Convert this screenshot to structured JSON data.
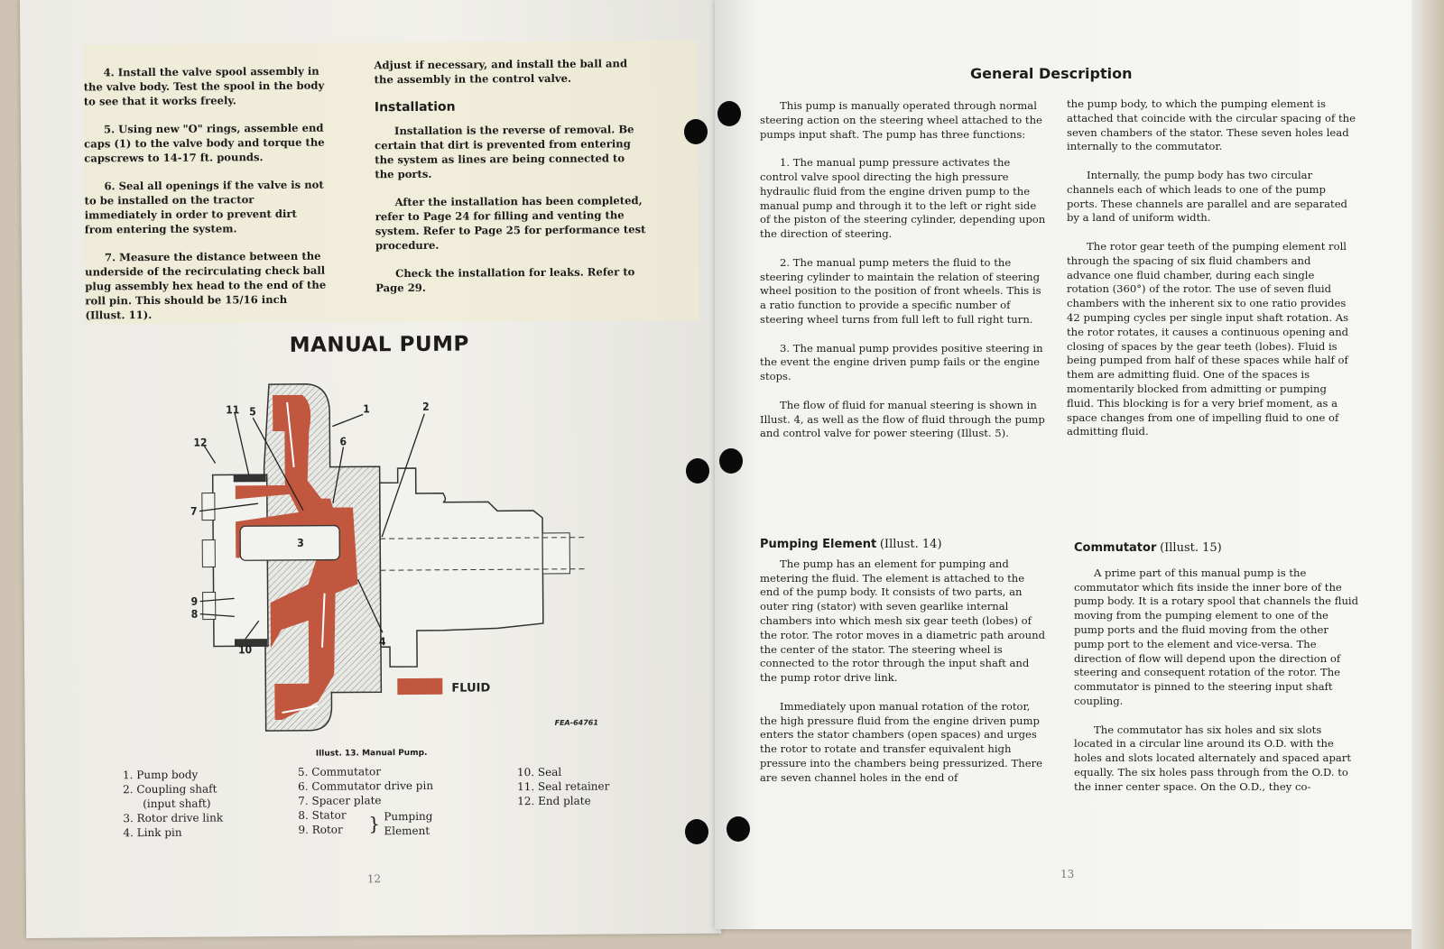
{
  "left_page": {
    "col1": [
      "4. Install the valve spool assembly in the valve body. Test the spool in the body to see that it works freely.",
      "5. Using new \"O\" rings, assemble end caps (1) to the valve body and torque the capscrews to 14-17 ft. pounds.",
      "6. Seal all openings if the valve is not to be installed on the tractor immediately in order to prevent dirt from entering the system.",
      "7. Measure the distance between the underside of the recirculating check ball plug assembly hex head to the end of the roll pin. This should be 15/16 inch (Illust. 11)."
    ],
    "col2_intro": "Adjust if necessary, and install the ball and the assembly in the control valve.",
    "installation_heading": "Installation",
    "col2": [
      "Installation is the reverse of removal. Be certain that dirt is prevented from entering the system as lines are being connected to the ports.",
      "After the installation has been completed, refer to Page 24 for filling and venting the system. Refer to Page 25 for performance test procedure.",
      "Check the installation for leaks. Refer to Page 29."
    ],
    "figure_title": "MANUAL PUMP",
    "diagram": {
      "callouts": [
        "1",
        "2",
        "3",
        "4",
        "5",
        "6",
        "7",
        "8",
        "9",
        "10",
        "11",
        "12"
      ],
      "legend_label": "FLUID",
      "fluid_color": "#c2573f",
      "figure_code": "FEA-64761"
    },
    "caption": "Illust. 13. Manual Pump.",
    "parts": {
      "col1": [
        "1.  Pump body",
        "2.  Coupling shaft",
        "     (input shaft)",
        "3.  Rotor drive link",
        "4.  Link pin"
      ],
      "col2": [
        "5.  Commutator",
        "6.  Commutator drive pin",
        "7.  Spacer plate",
        "8.  Stator",
        "9.  Rotor"
      ],
      "group_label_1": "Pumping",
      "group_label_2": "Element",
      "col3": [
        "10.  Seal",
        "11.  Seal retainer",
        "12.  End plate"
      ]
    },
    "page_number": "12"
  },
  "right_page": {
    "title": "General Description",
    "col1": [
      "This pump is manually operated through normal steering action on the steering wheel attached to the pumps input shaft. The pump has three functions:",
      "1. The manual pump pressure activates the control valve spool directing the high pressure hydraulic fluid from the engine driven pump to the manual pump and through it to the left or right side of the piston of the steering cylinder, depending upon the direction of steering.",
      "2. The manual pump meters the fluid to the steering cylinder to maintain the relation of steering wheel position to the position of front wheels. This is a ratio function to provide a specific number of steering wheel turns from full left to full right turn.",
      "3. The manual pump provides positive steering in the event the engine driven pump fails or the engine stops.",
      "The flow of fluid for manual steering is shown in Illust. 4, as well as the flow of fluid through the pump and control valve for power steering (Illust. 5)."
    ],
    "pumping_heading": "Pumping Element",
    "pumping_ref": "(Illust. 14)",
    "pumping": [
      "The pump has an element for pumping and metering the fluid. The element is attached to the end of the pump body. It consists of two parts, an outer ring (stator) with seven gearlike internal chambers into which mesh six gear teeth (lobes) of the rotor. The rotor moves in a diametric path around the center of the stator. The steering wheel is connected to the rotor through the input shaft and the pump rotor drive link.",
      "Immediately upon manual rotation of the rotor, the high pressure fluid from the engine driven pump enters the stator chambers (open spaces) and urges the rotor to rotate and transfer equivalent high pressure into the chambers being pressurized. There are seven channel holes in the end of"
    ],
    "col2": [
      "the pump body, to which the pumping element is attached that coincide with the circular spacing of the seven chambers of the stator. These seven holes lead internally to the commutator.",
      "Internally, the pump body has two circular channels each of which leads to one of the pump ports. These channels are parallel and are separated by a land of uniform width.",
      "The rotor gear teeth of the pumping element roll through the spacing of six fluid chambers and advance one fluid chamber, during each single rotation (360°) of the rotor. The use of seven fluid chambers with the inherent six to one ratio provides 42 pumping cycles per single input shaft rotation. As the rotor rotates, it causes a continuous opening and closing of spaces by the gear teeth (lobes). Fluid is being pumped from half of these spaces while half of them are admitting fluid. One of the spaces is momentarily blocked from admitting or pumping fluid. This blocking is for a very brief moment, as a space changes from one of impelling fluid to one of admitting fluid."
    ],
    "commutator_heading": "Commutator",
    "commutator_ref": "(Illust. 15)",
    "commutator": [
      "A prime part of this manual pump is the commutator which fits inside the inner bore of the pump body. It is a rotary spool that channels the fluid moving from the pumping element to one of the pump ports and the fluid moving from the other pump port to the element and vice-versa. The direction of flow will depend upon the direction of steering and consequent rotation of the rotor. The commutator is pinned to the steering input shaft coupling.",
      "The commutator has six holes and six slots located in a circular line around its O.D. with the holes and slots located alternately and spaced apart equally. The six holes pass through from the O.D. to the inner center space. On the O.D., they co-"
    ],
    "page_number": "13"
  }
}
